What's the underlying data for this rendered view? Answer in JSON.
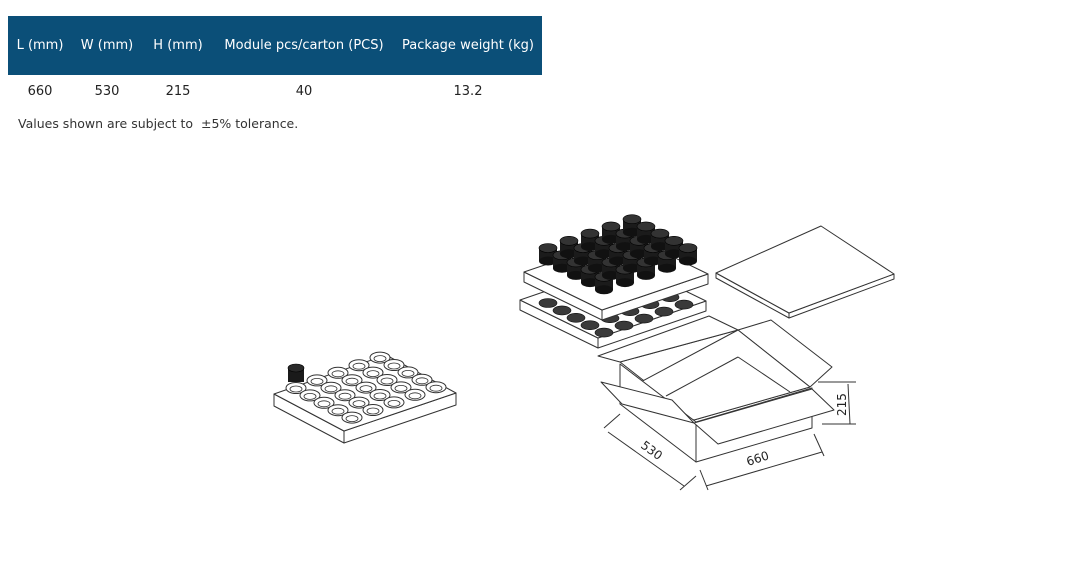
{
  "table": {
    "header_color": "#0b4f78",
    "columns": [
      "L (mm)",
      "W (mm)",
      "H (mm)",
      "Module pcs/carton (PCS)",
      "Package weight (kg)"
    ],
    "rows": [
      [
        "660",
        "530",
        "215",
        "40",
        "13.2"
      ]
    ]
  },
  "note": "Values shown are subject to  ±5% tolerance.",
  "figure": {
    "dim_length": "660",
    "dim_width": "530",
    "dim_height": "215",
    "tray_holes": 25,
    "tray_modules": 25
  }
}
